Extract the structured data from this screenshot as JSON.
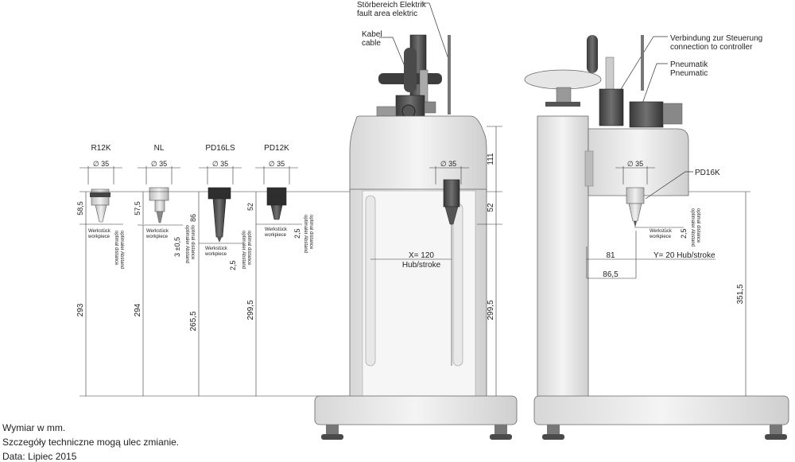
{
  "callouts": {
    "fault_de": "Störbereich Elektrik",
    "fault_en": "fault area elektric",
    "cable_de": "Kabel",
    "cable_en": "cable",
    "controller_de": "Verbindung zur Steuerung",
    "controller_en": "connection to controller",
    "pneumatic_de": "Pneumatik",
    "pneumatic_en": "Pneumatic",
    "side_head": "PD16K"
  },
  "heads": [
    {
      "name": "R12K",
      "dia": "∅ 35",
      "head_height": "58,5",
      "total_height": "293"
    },
    {
      "name": "NL",
      "dia": "∅ 35",
      "head_height": "57,5",
      "total_height": "294",
      "extra": "3 ±0,5"
    },
    {
      "name": "PD16LS",
      "dia": "∅ 35",
      "head_height": "86",
      "total_height": "265,5",
      "extra": "2,5"
    },
    {
      "name": "PD12K",
      "dia": "∅ 35",
      "head_height": "52",
      "total_height": "299,5",
      "extra": "2,5"
    }
  ],
  "workpiece": {
    "de": "Werkstück",
    "en": "workpiece"
  },
  "optimal": {
    "de": "optimaler Abstand",
    "en": "optimal distance"
  },
  "front": {
    "dia": "∅ 35",
    "top_height": "111",
    "head_height": "52",
    "total_height": "299,5",
    "stroke_x": "X= 120",
    "stroke_label": "Hub/stroke"
  },
  "side": {
    "dia": "∅ 35",
    "gap": "2,5",
    "dim_81": "81",
    "stroke_y": "Y= 20  Hub/stroke",
    "dim_865": "86,5",
    "total_height": "351,5"
  },
  "footer": {
    "line1": "Wymiar w mm.",
    "line2": "Szczegóły techniczne mogą ulec zmianie.",
    "line3": "Data: Lipiec 2015"
  }
}
